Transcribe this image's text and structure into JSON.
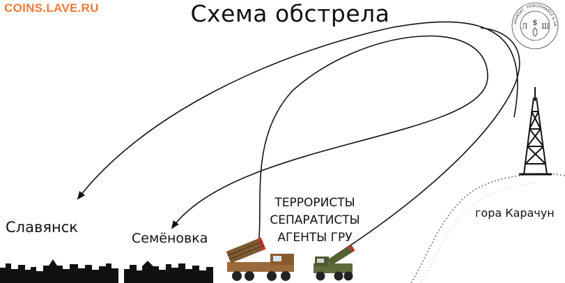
{
  "watermark": "COINS.LAVE.RU",
  "title": "Схема обстрела",
  "places": {
    "slavyansk": "Славянск",
    "semyonovka": "Семёновка",
    "mountain": "гора Карачун"
  },
  "shooters": {
    "lines": [
      "ТЕРРОРИСТЫ",
      "СЕПАРАТИСТЫ",
      "АГЕНТЫ ГРУ"
    ]
  },
  "logo": {
    "ring_text": "LEV SHARANSKY · PERFORMANCE & GRAFFITI",
    "glyphs": [
      "Л",
      "$",
      "Ш"
    ]
  },
  "colors": {
    "ink": "#111111",
    "watermark": "#ee7a3a",
    "hill_dots": "#8a8a8a",
    "launcher_body": "#9a6a3a",
    "truck_body": "#5f6b3a",
    "rockets": "#c0392b"
  }
}
